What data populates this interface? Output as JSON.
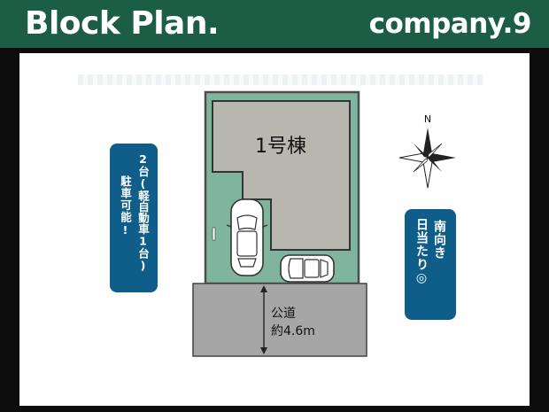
{
  "header": {
    "title": "Block Plan.",
    "company": "company.9"
  },
  "plan": {
    "building_label": "1号棟",
    "compass_label": "N",
    "parking_note": {
      "line1": "2台(軽自動車1台)",
      "line2": "駐車可能!"
    },
    "sun_note": {
      "line1": "南向き",
      "line2": "日当たり◎"
    },
    "road": {
      "name": "公道",
      "width": "約4.6m"
    }
  },
  "colors": {
    "header_bg": "#1c5e45",
    "lot_green": "#7fb59e",
    "building_gray": "#b7b7b0",
    "road_gray": "#a6a6a6",
    "note_blue": "#0f5e8a"
  }
}
